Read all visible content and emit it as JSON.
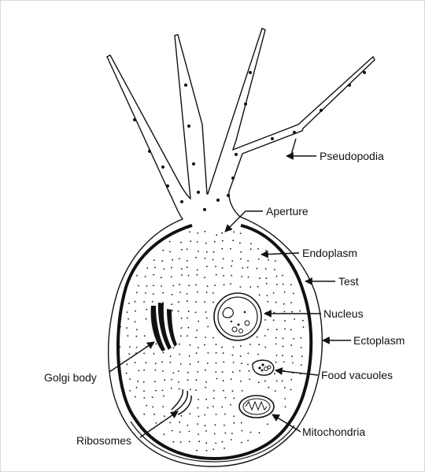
{
  "labels": {
    "pseudopodia": "Pseudopodia",
    "aperture": "Aperture",
    "endoplasm": "Endoplasm",
    "test": "Test",
    "nucleus": "Nucleus",
    "ectoplasm": "Ectoplasm",
    "golgi_body": "Golgi body",
    "food_vacuoles": "Food vacuoles",
    "ribosomes": "Ribosomes",
    "mitochondria": "Mitochondria"
  },
  "colors": {
    "ink": "#111111",
    "background": "#ffffff"
  }
}
